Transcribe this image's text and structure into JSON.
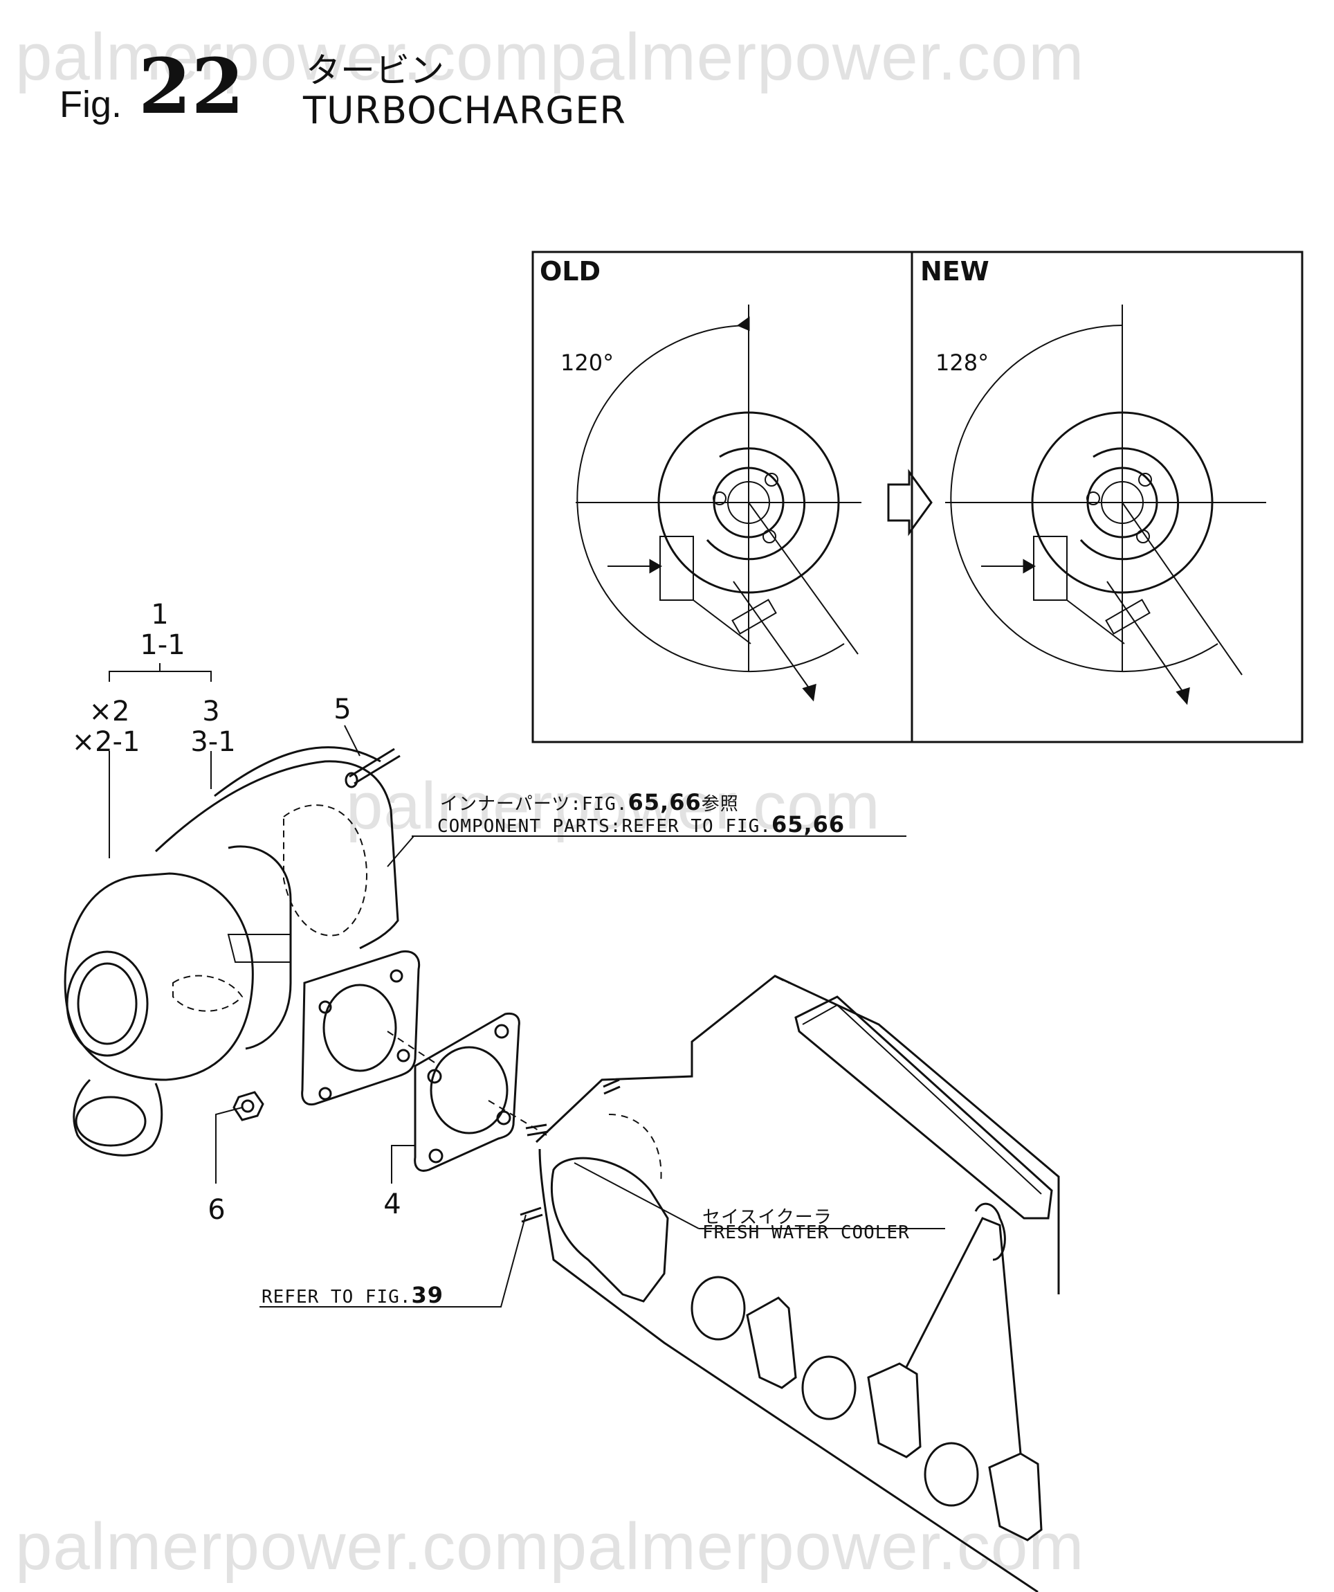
{
  "watermarks": {
    "top": "palmerpower.compalmerpower.com",
    "middle": "palmerpower.com",
    "bottom": "palmerpower.compalmerpower.com"
  },
  "header": {
    "fig_label": "Fig.",
    "fig_number": "22",
    "title_jp": "タービン",
    "title_en": "TURBOCHARGER"
  },
  "inset": {
    "old_label": "OLD",
    "old_angle": "120°",
    "new_label": "NEW",
    "new_angle": "128°"
  },
  "callouts": {
    "c1": "1",
    "c1_1": "1-1",
    "cx2": "×2",
    "cx2_1": "×2-1",
    "c3": "3",
    "c3_1": "3-1",
    "c4": "4",
    "c5": "5",
    "c6": "6"
  },
  "notes": {
    "inner_parts_jp": "インナーパーツ:FIG.",
    "inner_parts_jp_nums": "65,66",
    "inner_parts_jp_suffix": "参照",
    "component_parts": "COMPONENT PARTS:REFER TO FIG.",
    "component_parts_nums": "65,66",
    "cooler_jp": "セイスイクーラ",
    "cooler_en": "FRESH WATER COOLER",
    "refer_to": "REFER TO FIG.",
    "refer_to_num": "39"
  }
}
